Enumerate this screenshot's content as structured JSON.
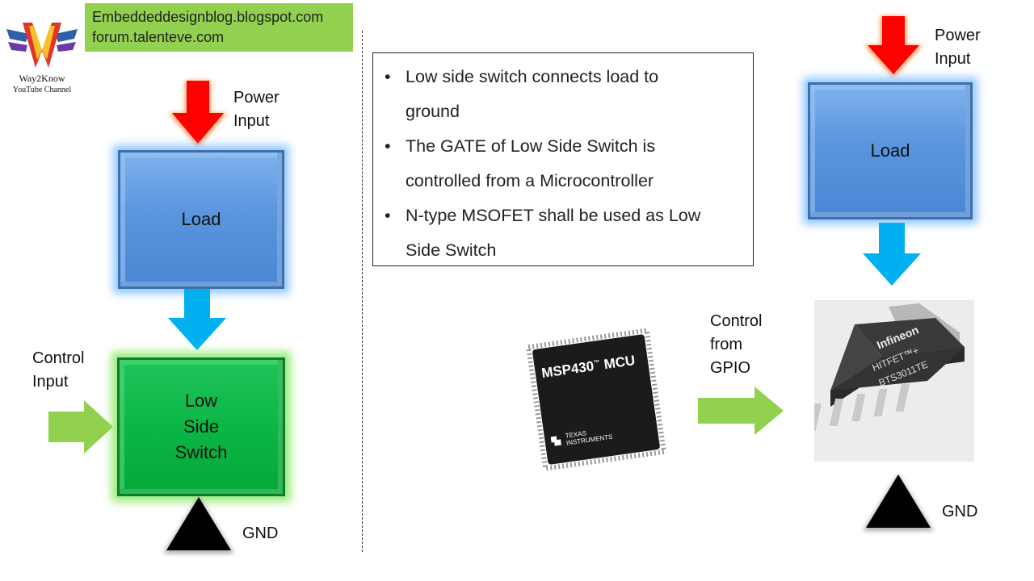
{
  "logo": {
    "name": "Way2Know",
    "subtitle": "YouTube Channel"
  },
  "banner": {
    "line1": "Embeddeddesignblog.blogspot.com",
    "line2": "forum.talenteve.com"
  },
  "left": {
    "power_input": [
      "Power",
      "Input"
    ],
    "load_label": "Load",
    "control_input": [
      "Control",
      "Input"
    ],
    "switch_label": [
      "Low",
      "Side",
      "Switch"
    ],
    "gnd_label": "GND"
  },
  "bullets": [
    {
      "bullet": "•",
      "lines": [
        "Low side switch connects load to",
        "ground"
      ]
    },
    {
      "bullet": "•",
      "lines": [
        "The GATE of Low Side Switch is",
        "controlled from a Microcontroller"
      ]
    },
    {
      "bullet": "•",
      "lines": [
        "N-type MSOFET shall be used as Low",
        "Side Switch"
      ]
    }
  ],
  "right": {
    "power_input": [
      "Power",
      "Input"
    ],
    "load_label": "Load",
    "control_from": [
      "Control",
      "from",
      "GPIO"
    ],
    "gnd_label": "GND",
    "mcu": {
      "title": "MSP430",
      "tm": "™",
      "suffix": "MCU",
      "maker_line1": "TEXAS",
      "maker_line2": "INSTRUMENTS"
    },
    "mosfet": {
      "brand": "Infineon",
      "line2": "HITFET™+",
      "line3": "BTS3011TE"
    }
  },
  "colors": {
    "power_arrow": "#ff0000",
    "flow_arrow": "#00b0f0",
    "control_arrow": "#92d050",
    "load_box": "#5b9bd5",
    "switch_box": "#00b050",
    "banner": "#92d050",
    "gnd": "#000000"
  }
}
